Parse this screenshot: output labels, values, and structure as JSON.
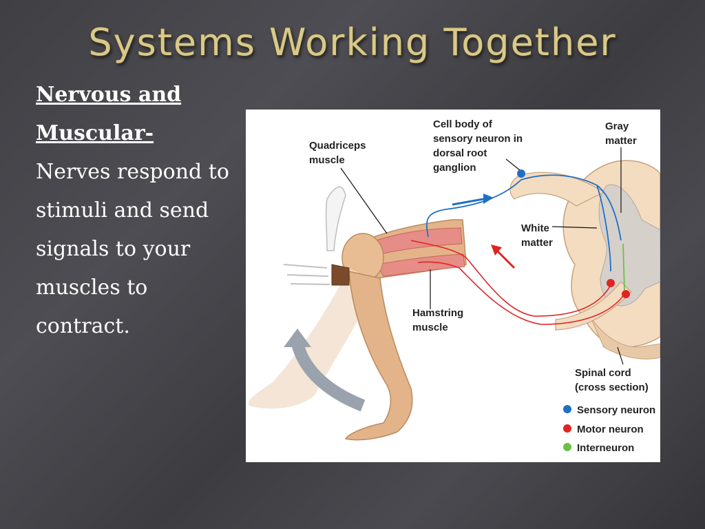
{
  "slide": {
    "title": "Systems Working Together",
    "heading_line1": "Nervous and",
    "heading_line2": "Muscular-",
    "body": "Nerves respond to stimuli and send signals to your muscles to contract."
  },
  "figure": {
    "labels": {
      "cell_body_1": "Cell body of",
      "cell_body_2": "sensory neuron in",
      "cell_body_3": "dorsal root",
      "cell_body_4": "ganglion",
      "gray_1": "Gray",
      "gray_2": "matter",
      "quad_1": "Quadriceps",
      "quad_2": "muscle",
      "white_1": "White",
      "white_2": "matter",
      "ham_1": "Hamstring",
      "ham_2": "muscle",
      "spinal_1": "Spinal cord",
      "spinal_2": "(cross section)"
    },
    "legend": [
      {
        "label": "Sensory neuron",
        "color": "#1f6fc5"
      },
      {
        "label": "Motor neuron",
        "color": "#e02424"
      },
      {
        "label": "Interneuron",
        "color": "#6cc04a"
      }
    ]
  }
}
